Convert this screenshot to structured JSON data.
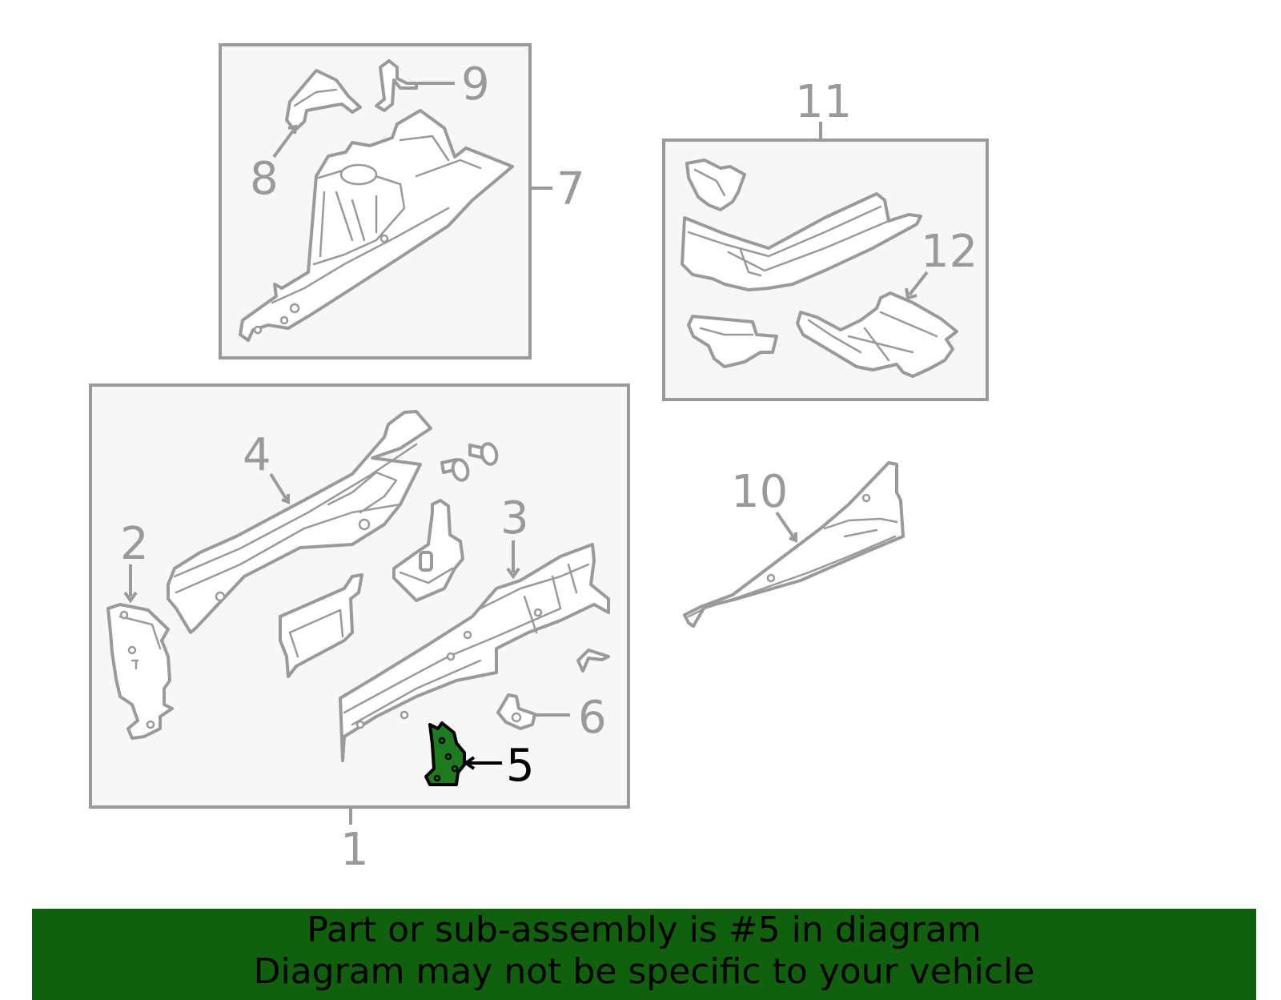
{
  "diagram": {
    "highlighted_part": "5",
    "highlight_color": "#1e7a1e",
    "outline_color": "#9a9a9a",
    "callouts": [
      "1",
      "2",
      "3",
      "4",
      "5",
      "6",
      "7",
      "8",
      "9",
      "10",
      "11",
      "12"
    ]
  },
  "banner": {
    "line1": "Part or sub-assembly is #5 in diagram",
    "line2": "Diagram may not be specific to your vehicle",
    "background": "#11600d"
  }
}
